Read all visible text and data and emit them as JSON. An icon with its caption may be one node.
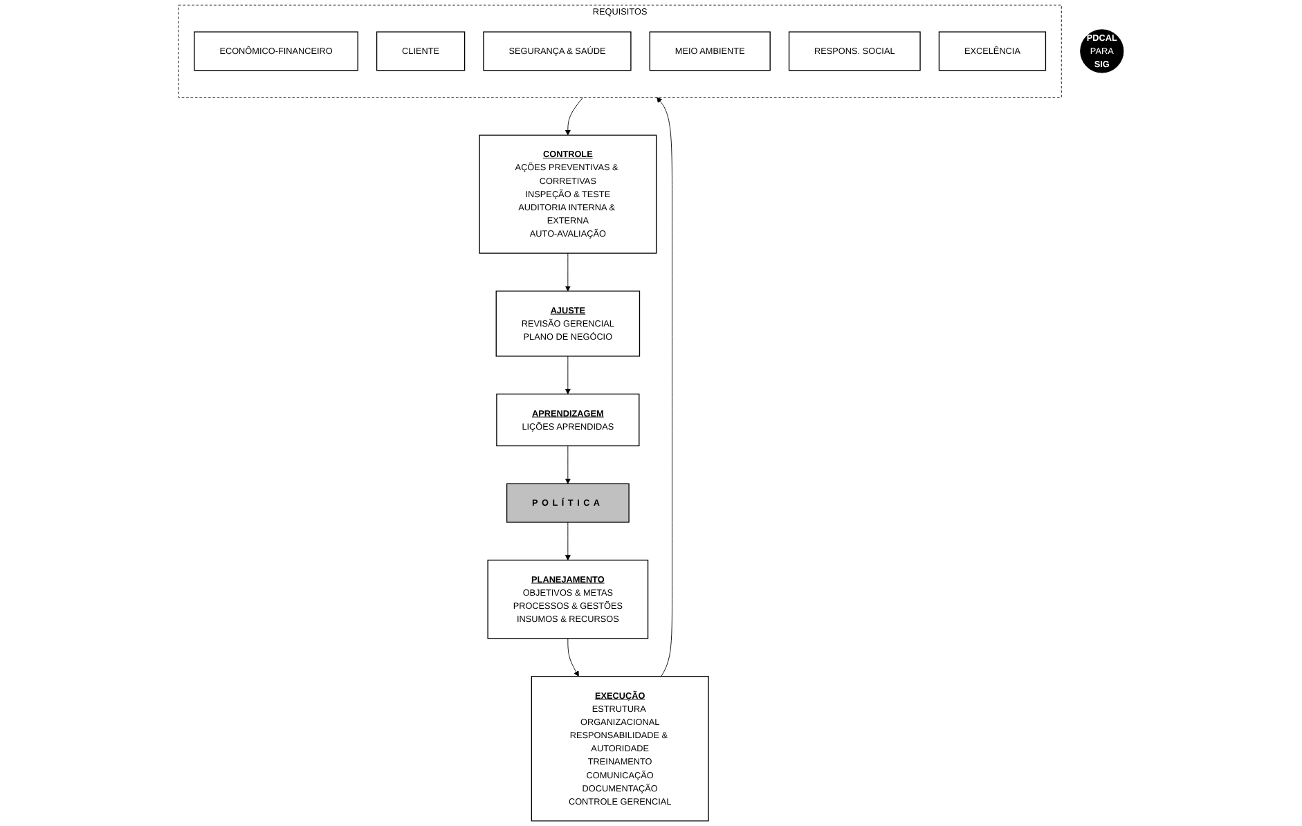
{
  "diagram": {
    "nodes": [
      {
        "text": [
          "POLÍTICA"
        ]
      },
      {
        "text": [
          "PDCAL",
          "PARA",
          "SIG"
        ]
      },
      {
        "text": [
          "PLANEJAMENTO",
          "OBJETIVOS & METAS",
          "PROCESSOS & GESTÕES",
          "INSUMOS & RECURSOS"
        ]
      },
      {
        "text": [
          "EXECUÇÃO",
          "ESTRUTURA ORGANIZACIONAL",
          "RESPONSABILIDADE & AUTORIDADE",
          "TREINAMENTO",
          "COMUNICAÇÃO",
          "DOCUMENTAÇÃO",
          "CONTROLE GERENCIAL"
        ]
      },
      {
        "text": [
          "CONTROLE",
          "AÇÕES PREVENTIVAS & CORRETIVAS",
          "INSPEÇÃO & TESTE",
          "AUDITORIA INTERNA & EXTERNA",
          "AUTO-AVALIAÇÃO"
        ]
      },
      {
        "text": [
          "AJUSTE",
          "REVISÃO GERENCIAL",
          "PLANO DE NEGÓCIO"
        ]
      },
      {
        "text": [
          "APRENDIZAGEM",
          "LIÇÕES APRENDIDAS"
        ]
      },
      {
        "text": [
          "REQUISITOS"
        ]
      },
      {
        "text": [
          "ECONÔMICO-FINANCEIRO"
        ],
        "in": 7
      },
      {
        "text": [
          "CLIENTE"
        ],
        "in": 7
      },
      {
        "text": [
          "SEGURANÇA & SAÚDE"
        ],
        "in": 7
      },
      {
        "text": [
          "MEIO AMBIENTE"
        ],
        "in": 7
      },
      {
        "text": [
          "RESPONS. SOCIAL"
        ],
        "in": 7
      },
      {
        "text": [
          "EXCELÊNCIA"
        ],
        "in": 7
      }
    ],
    "edges": [
      {
        "from": 0,
        "to": 2,
        "arrow": "to"
      },
      {
        "from": 2,
        "to": 3,
        "arrow": "to"
      },
      {
        "from": 3,
        "to": 7,
        "arrow": "to"
      },
      {
        "from": 7,
        "to": 4,
        "arrow": "to"
      },
      {
        "from": 4,
        "to": 5,
        "arrow": "to"
      },
      {
        "from": 5,
        "to": 6,
        "arrow": "to"
      },
      {
        "from": 6,
        "to": 0,
        "arrow": "to"
      }
    ]
  }
}
